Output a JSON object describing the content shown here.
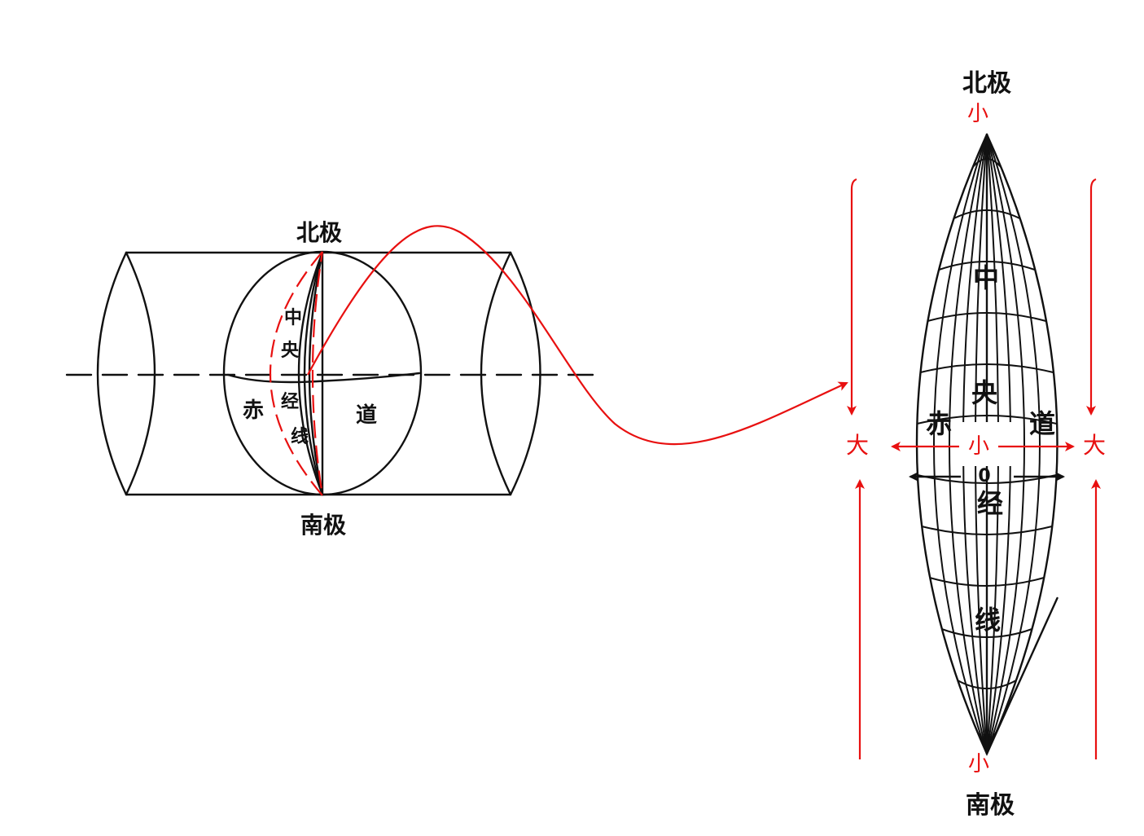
{
  "left_diagram": {
    "north_pole": "北极",
    "south_pole": "南极",
    "central_meridian_chars": [
      "中",
      "央",
      "经",
      "线"
    ],
    "equator_left": "赤",
    "equator_right": "道"
  },
  "right_diagram": {
    "north_pole": "北极",
    "south_pole": "南极",
    "small_top": "小",
    "small_bottom": "小",
    "small_center": "小",
    "large_left": "大",
    "large_right": "大",
    "meridian_chars": [
      "中",
      "央",
      "经",
      "线"
    ],
    "equator_left": "赤",
    "equator_right": "道",
    "meridian_degree": "0"
  },
  "colors": {
    "ink": "#111111",
    "annotation_red": "#e81010"
  }
}
